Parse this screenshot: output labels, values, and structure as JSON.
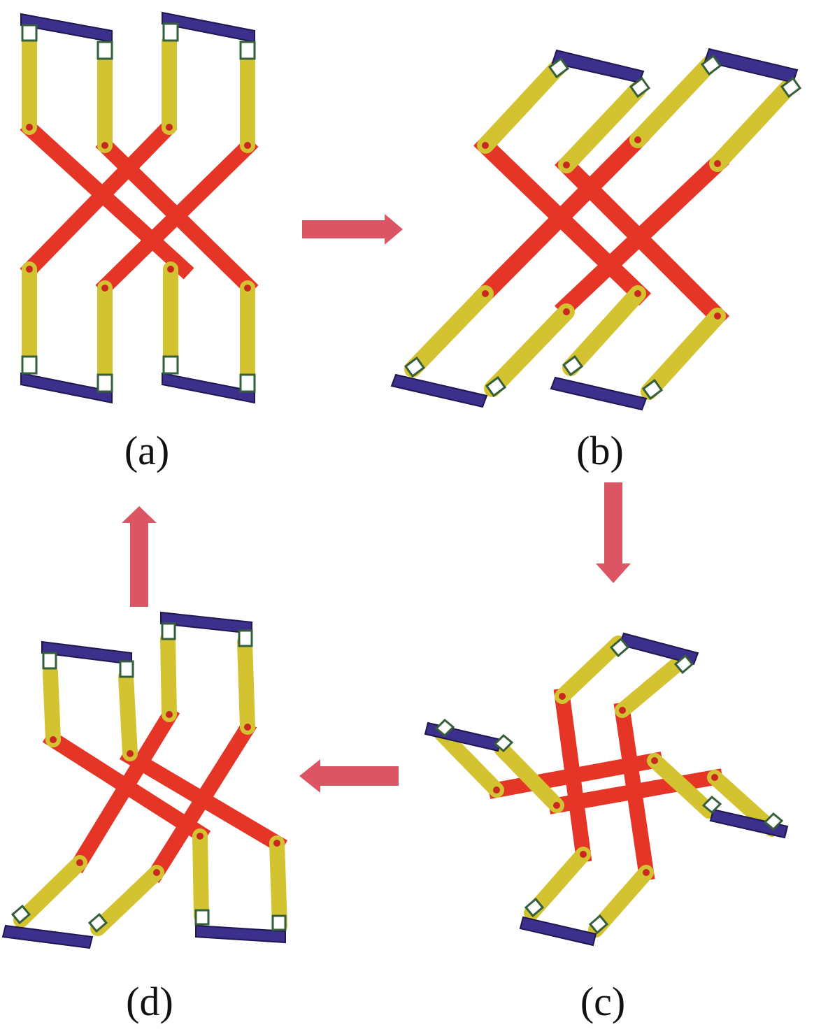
{
  "figure": {
    "panels": [
      {
        "id": "a",
        "caption": "(a)"
      },
      {
        "id": "b",
        "caption": "(b)"
      },
      {
        "id": "c",
        "caption": "(c)"
      },
      {
        "id": "d",
        "caption": "(d)"
      }
    ],
    "colors": {
      "scissor_links": "#e53527",
      "side_links": "#d4c330",
      "bars": "#3d2f8c",
      "joints": "#c8281e",
      "frame": "#355e3b",
      "arrows": "#dc5564"
    },
    "arrow_sequence": [
      "a-to-b",
      "b-to-c",
      "c-to-d",
      "d-to-a"
    ]
  }
}
